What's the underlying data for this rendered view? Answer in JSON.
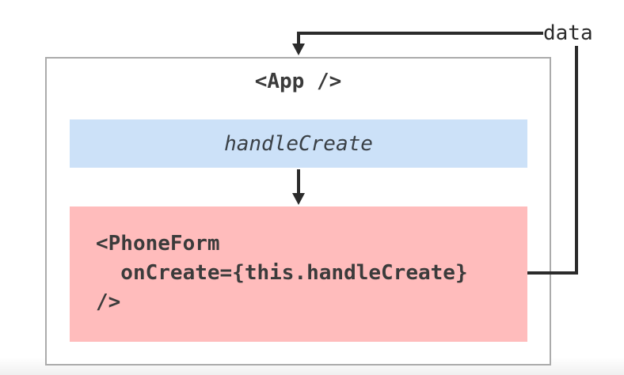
{
  "diagram": {
    "data_label": "data",
    "app": {
      "title": "<App />",
      "handler": {
        "label": "handleCreate"
      },
      "phone_form": {
        "code": "<PhoneForm\n  onCreate={this.handleCreate}\n/>"
      }
    },
    "colors": {
      "handler_bg": "#cce1f8",
      "phone_form_bg": "#ffbcbc",
      "app_border": "#ababab",
      "wire": "#2b2b2b",
      "text": "#3b3b3b"
    }
  }
}
